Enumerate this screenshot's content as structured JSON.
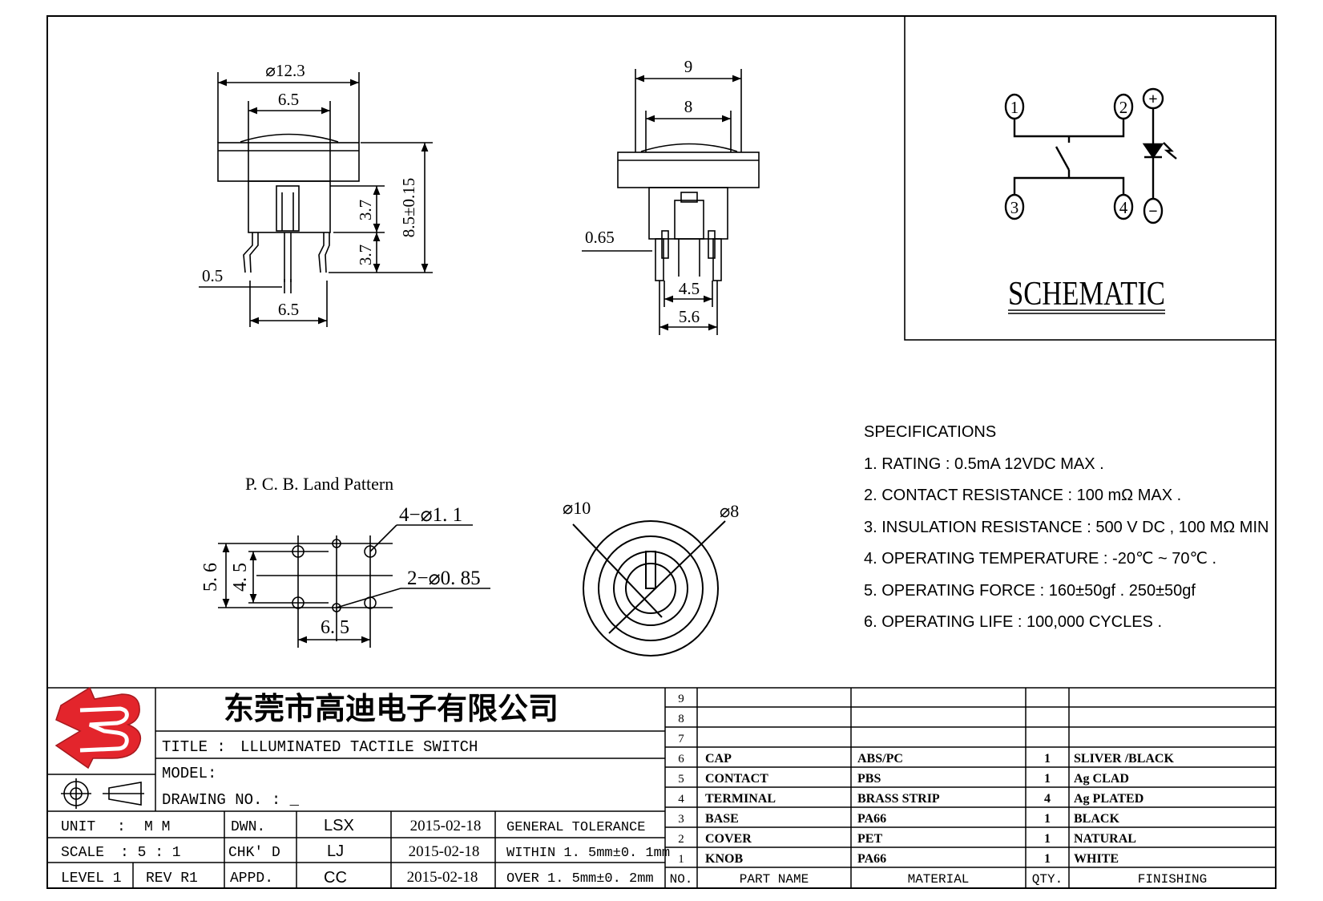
{
  "front_view": {
    "dims": {
      "outer_dia": "⌀12.3",
      "inner_width": "6.5",
      "height_total": "8.5±0.15",
      "h_upper": "3.7",
      "h_lower": "3.7",
      "pin_width": "0.5",
      "pin_spacing": "6.5"
    }
  },
  "side_view": {
    "dims": {
      "outer": "9",
      "inner": "8",
      "pin": "0.65",
      "inner_pitch": "4.5",
      "outer_pitch": "5.6"
    }
  },
  "schematic": {
    "title": "SCHEMATIC",
    "pins": [
      "1",
      "2",
      "3",
      "4"
    ],
    "led_plus": "+",
    "led_minus": "−"
  },
  "pcb": {
    "title": "P. C. B. Land Pattern",
    "holes_large": "4−⌀1. 1",
    "holes_small": "2−⌀0. 85",
    "dim_height_outer": "5. 6",
    "dim_height_inner": "4. 5",
    "dim_width": "6. 5"
  },
  "top_view": {
    "dia_outer": "⌀10",
    "dia_inner": "⌀8"
  },
  "specifications": {
    "heading": "SPECIFICATIONS",
    "items": [
      "1. RATING : 0.5mA 12VDC MAX .",
      "2. CONTACT RESISTANCE : 100 mΩ MAX .",
      "3. INSULATION RESISTANCE : 500 V DC , 100 MΩ MIN",
      "4. OPERATING TEMPERATURE : -20℃ ~ 70℃ .",
      "5. OPERATING FORCE : 160±50gf . 250±50gf",
      "6. OPERATING LIFE : 100,000 CYCLES ."
    ]
  },
  "title_block": {
    "company": "东莞市高迪电子有限公司",
    "title_label": "TITLE :",
    "title_value": "LLLUMINATED TACTILE SWITCH",
    "model_label": "MODEL:",
    "drawing_label": "DRAWING NO. : _",
    "unit_label": "UNIT",
    "unit_colon": ":",
    "unit_value": "M M",
    "scale_label": "SCALE",
    "scale_value": ": 5 : 1",
    "level_label": "LEVEL 1",
    "rev_label": "REV R1",
    "dwn": "DWN.",
    "chkd": "CHK' D",
    "appd": "APPD.",
    "dwn_name": "LSX",
    "chkd_name": "LJ",
    "appd_name": "CC",
    "dwn_date": "2015-02-18",
    "chkd_date": "2015-02-18",
    "appd_date": "2015-02-18",
    "tol_title": "GENERAL TOLERANCE",
    "tol_within": "WITHIN 1. 5mm±0. 1mm",
    "tol_over": "OVER 1. 5mm±0. 2mm"
  },
  "bom": {
    "empty_rows": [
      "9",
      "8",
      "7"
    ],
    "rows": [
      {
        "no": "6",
        "part": "CAP",
        "material": "ABS/PC",
        "qty": "1",
        "finishing": "SLIVER /BLACK"
      },
      {
        "no": "5",
        "part": "CONTACT",
        "material": "PBS",
        "qty": "1",
        "finishing": "Ag CLAD"
      },
      {
        "no": "4",
        "part": "TERMINAL",
        "material": "BRASS STRIP",
        "qty": "4",
        "finishing": "Ag PLATED"
      },
      {
        "no": "3",
        "part": "BASE",
        "material": "PA66",
        "qty": "1",
        "finishing": "BLACK"
      },
      {
        "no": "2",
        "part": "COVER",
        "material": "PET",
        "qty": "1",
        "finishing": "NATURAL"
      },
      {
        "no": "1",
        "part": "KNOB",
        "material": "PA66",
        "qty": "1",
        "finishing": "WHITE"
      }
    ],
    "headers": {
      "no": "NO.",
      "part": "PART NAME",
      "material": "MATERIAL",
      "qty": "QTY.",
      "finishing": "FINISHING"
    }
  },
  "colors": {
    "logo_red": "#e3252c",
    "ink": "#000000"
  }
}
